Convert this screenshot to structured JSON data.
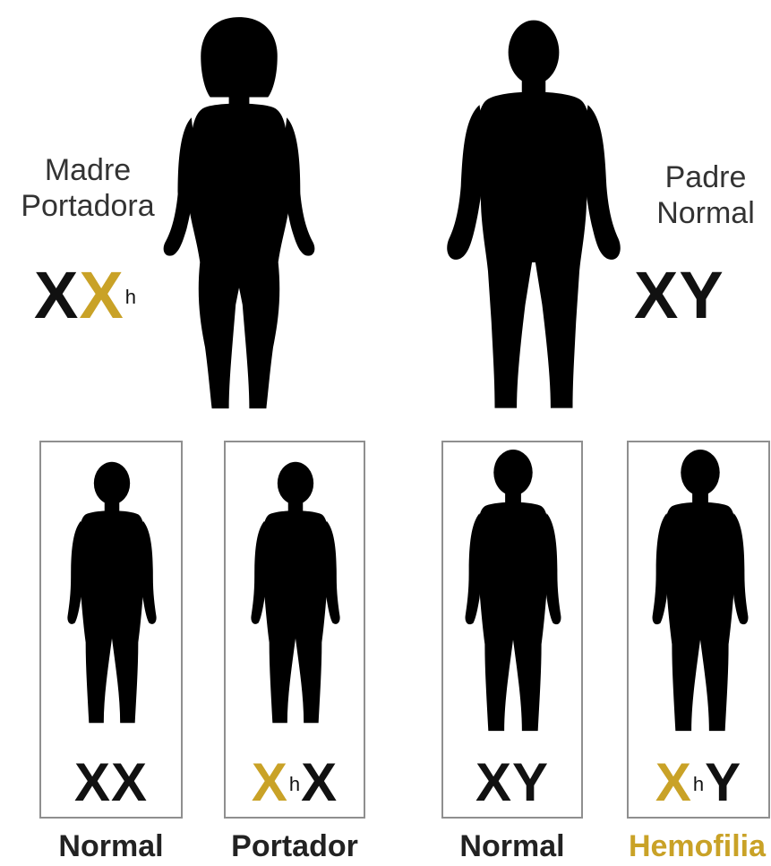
{
  "parents": {
    "mother": {
      "label_line1": "Madre",
      "label_line2": "Portadora",
      "genotype_x": "X",
      "genotype_xh": "X",
      "genotype_sup": "h"
    },
    "father": {
      "label_line1": "Padre",
      "label_line2": "Normal",
      "genotype": "XY"
    }
  },
  "children": [
    {
      "genotype_a": "XX",
      "caption": "Normal"
    },
    {
      "genotype_xh": "X",
      "genotype_sup": "h",
      "genotype_rest": "X",
      "caption": "Portador"
    },
    {
      "genotype_a": "XY",
      "caption": "Normal"
    },
    {
      "genotype_xh": "X",
      "genotype_sup": "h",
      "genotype_rest": "Y",
      "caption": "Hemofilia"
    }
  ],
  "colors": {
    "affected_allele": "#c9a227",
    "silhouette": "#000000",
    "box_border": "#8f8f8f"
  }
}
